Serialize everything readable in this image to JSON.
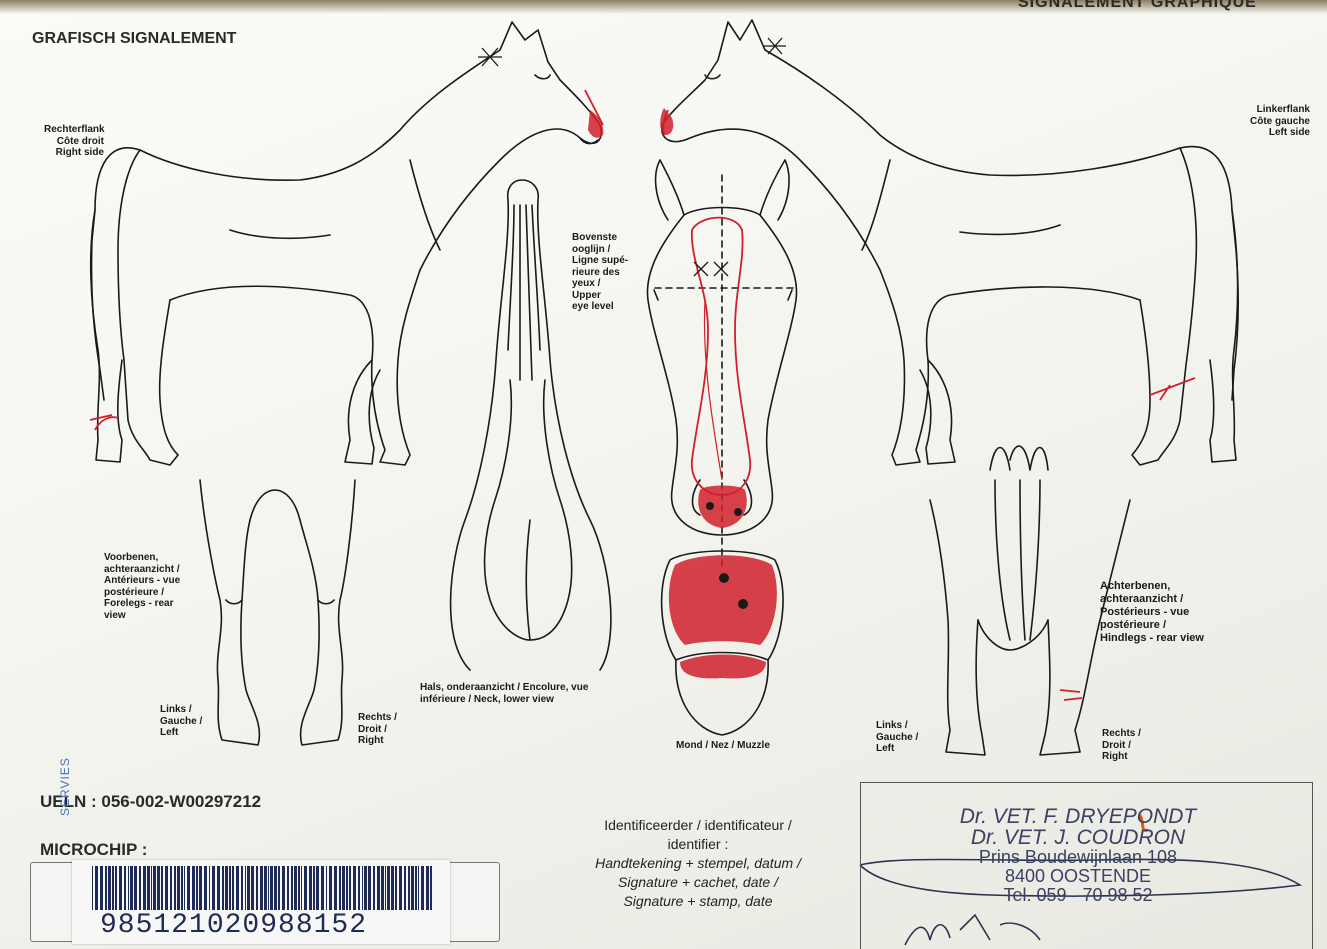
{
  "header": {
    "title_left": "GRAFISCH SIGNALEMENT",
    "title_right": "SIGNALEMENT GRAPHIQUE"
  },
  "labels": {
    "right_side": [
      "Rechterflank",
      "Côte droit",
      "Right side"
    ],
    "left_side": [
      "Linkerflank",
      "Côte gauche",
      "Left side"
    ],
    "eye_level": [
      "Bovenste",
      "ooglijn /",
      "Ligne supé-",
      "rieure des",
      "yeux /",
      "Upper",
      "eye level"
    ],
    "forelegs": [
      "Voorbenen,",
      "achteraanzicht /",
      "Antérieurs - vue",
      "postérieure /",
      "Forelegs - rear",
      "view"
    ],
    "hindlegs": [
      "Achterbenen,",
      "achteraanzicht /",
      "Postérieurs - vue",
      "postérieure /",
      "Hindlegs - rear view"
    ],
    "neck": [
      "Hals, onderaanzicht / Encolure, vue",
      "inférieure / Neck, lower view"
    ],
    "muzzle": "Mond / Nez / Muzzle",
    "fore_left": [
      "Links /",
      "Gauche /",
      "Left"
    ],
    "fore_right": [
      "Rechts /",
      "Droit /",
      "Right"
    ],
    "hind_left": [
      "Links /",
      "Gauche /",
      "Left"
    ],
    "hind_right": [
      "Rechts /",
      "Droit /",
      "Right"
    ]
  },
  "ids": {
    "ueln": "UELN : 056-002-W00297212",
    "microchip_label": "MICROCHIP :",
    "barcode_number": "985121020988152",
    "barcode_side_text": "SERVIES"
  },
  "identifier": {
    "line1": "Identificeerder / identificateur /",
    "line2": "identifier :",
    "line3": "Handtekening + stempel, datum /",
    "line4": "Signature + cachet, date /",
    "line5": "Signature + stamp, date"
  },
  "stamp": {
    "line1": "Dr. VET. F. DRYEPONDT",
    "line2": "Dr. VET. J. COUDRON",
    "line3": "Prins Boudewijnlaan 108",
    "line4": "8400 OOSTENDE",
    "line5": "Tel. 059 - 70 98 52"
  },
  "colors": {
    "ink": "#1a1a1a",
    "marking_red": "#d0202a",
    "stamp_blue": "#3b4160",
    "barcode_blue": "#1e2c55"
  }
}
